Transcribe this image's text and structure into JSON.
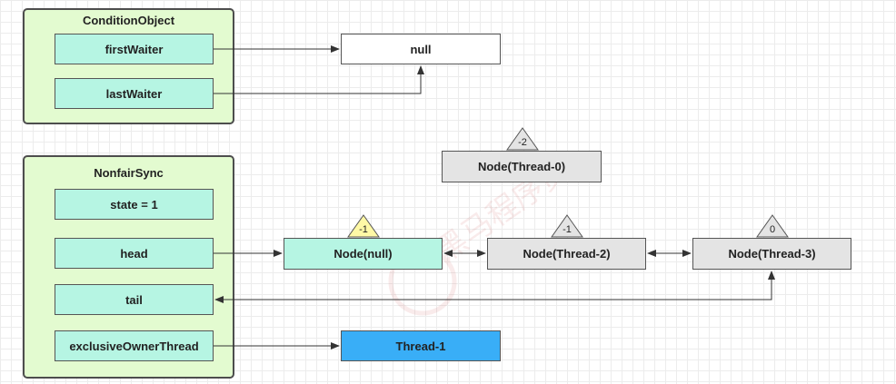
{
  "condition_object": {
    "title": "ConditionObject",
    "first_waiter": "firstWaiter",
    "last_waiter": "lastWaiter"
  },
  "null_node": "null",
  "nonfair_sync": {
    "title": "NonfairSync",
    "state": "state = 1",
    "head": "head",
    "tail": "tail",
    "exclusive_owner_thread": "exclusiveOwnerThread"
  },
  "nodes": {
    "thread0": {
      "label": "Node(Thread-0)",
      "badge": "-2"
    },
    "null_node": {
      "label": "Node(null)",
      "badge": "-1"
    },
    "thread2": {
      "label": "Node(Thread-2)",
      "badge": "-1"
    },
    "thread3": {
      "label": "Node(Thread-3)",
      "badge": "0"
    }
  },
  "thread1": "Thread-1",
  "colors": {
    "container_fill": "#e3fbd0",
    "field_fill": "#b6f5e3",
    "node_gray": "#e4e4e4",
    "badge_yellow": "#fff9a6",
    "badge_gray": "#e4e4e4",
    "thread_blue": "#39aef7"
  }
}
